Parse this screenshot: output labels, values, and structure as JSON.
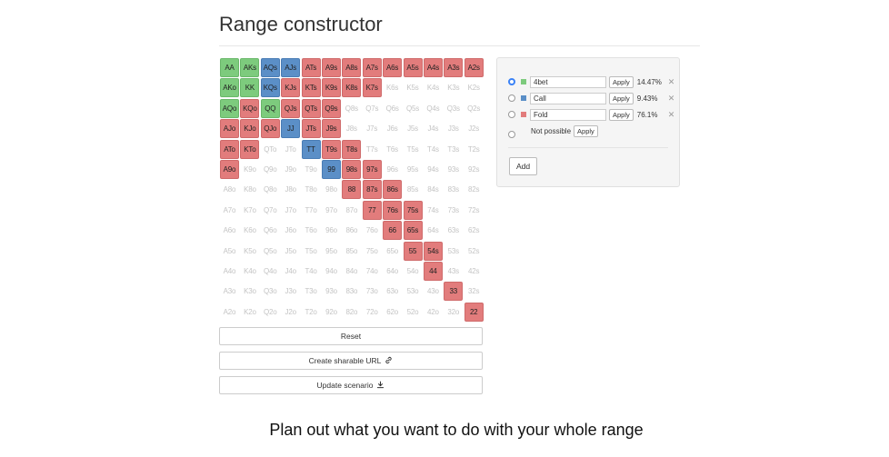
{
  "page": {
    "title": "Range constructor",
    "caption": "Plan out what you want to do with your whole range"
  },
  "colors": {
    "4bet": "#7dcb7d",
    "call": "#5b8fc7",
    "fold": "#e27c7c"
  },
  "grid": {
    "rows": [
      [
        [
          "AA",
          "4bet"
        ],
        [
          "AKs",
          "4bet"
        ],
        [
          "AQs",
          "call"
        ],
        [
          "AJs",
          "call"
        ],
        [
          "ATs",
          "fold"
        ],
        [
          "A9s",
          "fold"
        ],
        [
          "A8s",
          "fold"
        ],
        [
          "A7s",
          "fold"
        ],
        [
          "A6s",
          "fold"
        ],
        [
          "A5s",
          "fold"
        ],
        [
          "A4s",
          "fold"
        ],
        [
          "A3s",
          "fold"
        ],
        [
          "A2s",
          "fold"
        ]
      ],
      [
        [
          "AKo",
          "4bet"
        ],
        [
          "KK",
          "4bet"
        ],
        [
          "KQs",
          "call"
        ],
        [
          "KJs",
          "fold"
        ],
        [
          "KTs",
          "fold"
        ],
        [
          "K9s",
          "fold"
        ],
        [
          "K8s",
          "fold"
        ],
        [
          "K7s",
          "fold"
        ],
        [
          "K6s",
          ""
        ],
        [
          "K5s",
          ""
        ],
        [
          "K4s",
          ""
        ],
        [
          "K3s",
          ""
        ],
        [
          "K2s",
          ""
        ]
      ],
      [
        [
          "AQo",
          "4bet"
        ],
        [
          "KQo",
          "fold"
        ],
        [
          "QQ",
          "4bet"
        ],
        [
          "QJs",
          "fold"
        ],
        [
          "QTs",
          "fold"
        ],
        [
          "Q9s",
          "fold"
        ],
        [
          "Q8s",
          ""
        ],
        [
          "Q7s",
          ""
        ],
        [
          "Q6s",
          ""
        ],
        [
          "Q5s",
          ""
        ],
        [
          "Q4s",
          ""
        ],
        [
          "Q3s",
          ""
        ],
        [
          "Q2s",
          ""
        ]
      ],
      [
        [
          "AJo",
          "fold"
        ],
        [
          "KJo",
          "fold"
        ],
        [
          "QJo",
          "fold"
        ],
        [
          "JJ",
          "call"
        ],
        [
          "JTs",
          "fold"
        ],
        [
          "J9s",
          "fold"
        ],
        [
          "J8s",
          ""
        ],
        [
          "J7s",
          ""
        ],
        [
          "J6s",
          ""
        ],
        [
          "J5s",
          ""
        ],
        [
          "J4s",
          ""
        ],
        [
          "J3s",
          ""
        ],
        [
          "J2s",
          ""
        ]
      ],
      [
        [
          "ATo",
          "fold"
        ],
        [
          "KTo",
          "fold"
        ],
        [
          "QTo",
          ""
        ],
        [
          "JTo",
          ""
        ],
        [
          "TT",
          "call"
        ],
        [
          "T9s",
          "fold"
        ],
        [
          "T8s",
          "fold"
        ],
        [
          "T7s",
          ""
        ],
        [
          "T6s",
          ""
        ],
        [
          "T5s",
          ""
        ],
        [
          "T4s",
          ""
        ],
        [
          "T3s",
          ""
        ],
        [
          "T2s",
          ""
        ]
      ],
      [
        [
          "A9o",
          "fold"
        ],
        [
          "K9o",
          ""
        ],
        [
          "Q9o",
          ""
        ],
        [
          "J9o",
          ""
        ],
        [
          "T9o",
          ""
        ],
        [
          "99",
          "call"
        ],
        [
          "98s",
          "fold"
        ],
        [
          "97s",
          "fold"
        ],
        [
          "96s",
          ""
        ],
        [
          "95s",
          ""
        ],
        [
          "94s",
          ""
        ],
        [
          "93s",
          ""
        ],
        [
          "92s",
          ""
        ]
      ],
      [
        [
          "A8o",
          ""
        ],
        [
          "K8o",
          ""
        ],
        [
          "Q8o",
          ""
        ],
        [
          "J8o",
          ""
        ],
        [
          "T8o",
          ""
        ],
        [
          "98o",
          ""
        ],
        [
          "88",
          "fold"
        ],
        [
          "87s",
          "fold"
        ],
        [
          "86s",
          "fold"
        ],
        [
          "85s",
          ""
        ],
        [
          "84s",
          ""
        ],
        [
          "83s",
          ""
        ],
        [
          "82s",
          ""
        ]
      ],
      [
        [
          "A7o",
          ""
        ],
        [
          "K7o",
          ""
        ],
        [
          "Q7o",
          ""
        ],
        [
          "J7o",
          ""
        ],
        [
          "T7o",
          ""
        ],
        [
          "97o",
          ""
        ],
        [
          "87o",
          ""
        ],
        [
          "77",
          "fold"
        ],
        [
          "76s",
          "fold"
        ],
        [
          "75s",
          "fold"
        ],
        [
          "74s",
          ""
        ],
        [
          "73s",
          ""
        ],
        [
          "72s",
          ""
        ]
      ],
      [
        [
          "A6o",
          ""
        ],
        [
          "K6o",
          ""
        ],
        [
          "Q6o",
          ""
        ],
        [
          "J6o",
          ""
        ],
        [
          "T6o",
          ""
        ],
        [
          "96o",
          ""
        ],
        [
          "86o",
          ""
        ],
        [
          "76o",
          ""
        ],
        [
          "66",
          "fold"
        ],
        [
          "65s",
          "fold"
        ],
        [
          "64s",
          ""
        ],
        [
          "63s",
          ""
        ],
        [
          "62s",
          ""
        ]
      ],
      [
        [
          "A5o",
          ""
        ],
        [
          "K5o",
          ""
        ],
        [
          "Q5o",
          ""
        ],
        [
          "J5o",
          ""
        ],
        [
          "T5o",
          ""
        ],
        [
          "95o",
          ""
        ],
        [
          "85o",
          ""
        ],
        [
          "75o",
          ""
        ],
        [
          "65o",
          ""
        ],
        [
          "55",
          "fold"
        ],
        [
          "54s",
          "fold"
        ],
        [
          "53s",
          ""
        ],
        [
          "52s",
          ""
        ]
      ],
      [
        [
          "A4o",
          ""
        ],
        [
          "K4o",
          ""
        ],
        [
          "Q4o",
          ""
        ],
        [
          "J4o",
          ""
        ],
        [
          "T4o",
          ""
        ],
        [
          "94o",
          ""
        ],
        [
          "84o",
          ""
        ],
        [
          "74o",
          ""
        ],
        [
          "64o",
          ""
        ],
        [
          "54o",
          ""
        ],
        [
          "44",
          "fold"
        ],
        [
          "43s",
          ""
        ],
        [
          "42s",
          ""
        ]
      ],
      [
        [
          "A3o",
          ""
        ],
        [
          "K3o",
          ""
        ],
        [
          "Q3o",
          ""
        ],
        [
          "J3o",
          ""
        ],
        [
          "T3o",
          ""
        ],
        [
          "93o",
          ""
        ],
        [
          "83o",
          ""
        ],
        [
          "73o",
          ""
        ],
        [
          "63o",
          ""
        ],
        [
          "53o",
          ""
        ],
        [
          "43o",
          ""
        ],
        [
          "33",
          "fold"
        ],
        [
          "32s",
          ""
        ]
      ],
      [
        [
          "A2o",
          ""
        ],
        [
          "K2o",
          ""
        ],
        [
          "Q2o",
          ""
        ],
        [
          "J2o",
          ""
        ],
        [
          "T2o",
          ""
        ],
        [
          "92o",
          ""
        ],
        [
          "82o",
          ""
        ],
        [
          "72o",
          ""
        ],
        [
          "62o",
          ""
        ],
        [
          "52o",
          ""
        ],
        [
          "42o",
          ""
        ],
        [
          "32o",
          ""
        ],
        [
          "22",
          "fold"
        ]
      ]
    ]
  },
  "buttons": {
    "reset": "Reset",
    "share": "Create sharable URL",
    "update": "Update scenario"
  },
  "actions": [
    {
      "key": "4bet",
      "name": "4bet",
      "color": "#7dcb7d",
      "percent": "14.47%",
      "apply": "Apply",
      "selected": true
    },
    {
      "key": "call",
      "name": "Call",
      "color": "#5b8fc7",
      "percent": "9.43%",
      "apply": "Apply",
      "selected": false
    },
    {
      "key": "fold",
      "name": "Fold",
      "color": "#e27c7c",
      "percent": "76.1%",
      "apply": "Apply",
      "selected": false
    }
  ],
  "not_possible": {
    "label": "Not possible",
    "apply": "Apply"
  },
  "add_label": "Add"
}
